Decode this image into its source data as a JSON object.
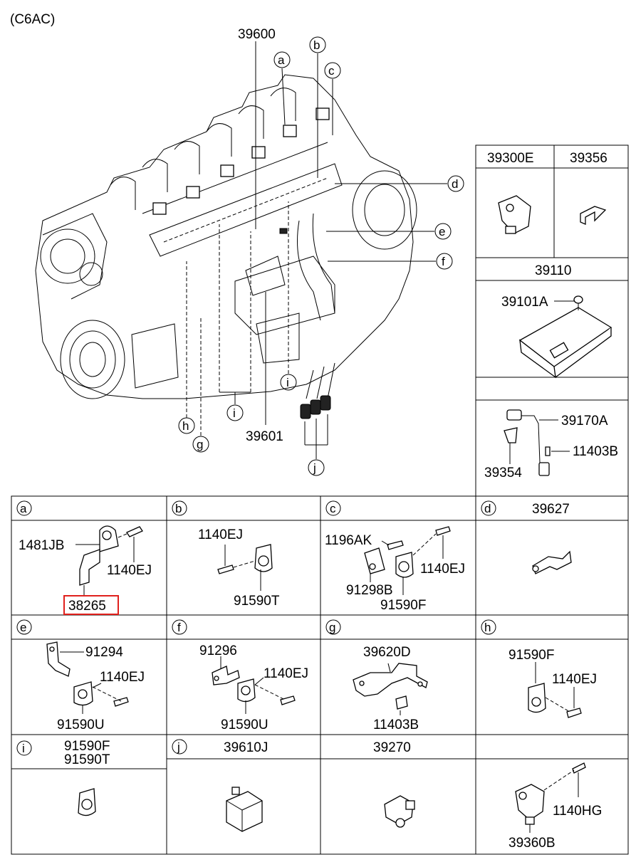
{
  "engine_code": "(C6AC)",
  "main": {
    "labels": {
      "p39600": "39600",
      "p39601": "39601"
    },
    "callouts": [
      "a",
      "b",
      "c",
      "d",
      "e",
      "f",
      "g",
      "h",
      "i",
      "i",
      "j"
    ]
  },
  "side_panel": {
    "col1": "39300E",
    "col2": "39356",
    "p39110": "39110",
    "p39101A": "39101A",
    "p39170A": "39170A",
    "p11403B": "11403B",
    "p39354": "39354"
  },
  "cells": {
    "a": {
      "letter": "a",
      "header": "",
      "parts": [
        "1481JB",
        "1140EJ",
        "38265"
      ],
      "highlighted": "38265"
    },
    "b": {
      "letter": "b",
      "header": "",
      "parts": [
        "1140EJ",
        "91590T"
      ]
    },
    "c": {
      "letter": "c",
      "header": "",
      "parts": [
        "1196AK",
        "1140EJ",
        "91298B",
        "91590F"
      ]
    },
    "d": {
      "letter": "d",
      "header": "39627",
      "parts": []
    },
    "e": {
      "letter": "e",
      "header": "",
      "parts": [
        "91294",
        "1140EJ",
        "91590U"
      ]
    },
    "f": {
      "letter": "f",
      "header": "",
      "parts": [
        "91296",
        "1140EJ",
        "91590U"
      ]
    },
    "g": {
      "letter": "g",
      "header": "",
      "parts": [
        "39620D",
        "11403B"
      ]
    },
    "h": {
      "letter": "h",
      "header": "",
      "parts": [
        "91590F",
        "1140EJ"
      ]
    },
    "i": {
      "letter": "i",
      "header1": "91590F",
      "header2": "91590T"
    },
    "j": {
      "letter": "j",
      "header": "39610J"
    },
    "k": {
      "header": "39270"
    },
    "l": {
      "header": "",
      "parts": [
        "1140HG",
        "39360B"
      ]
    }
  }
}
